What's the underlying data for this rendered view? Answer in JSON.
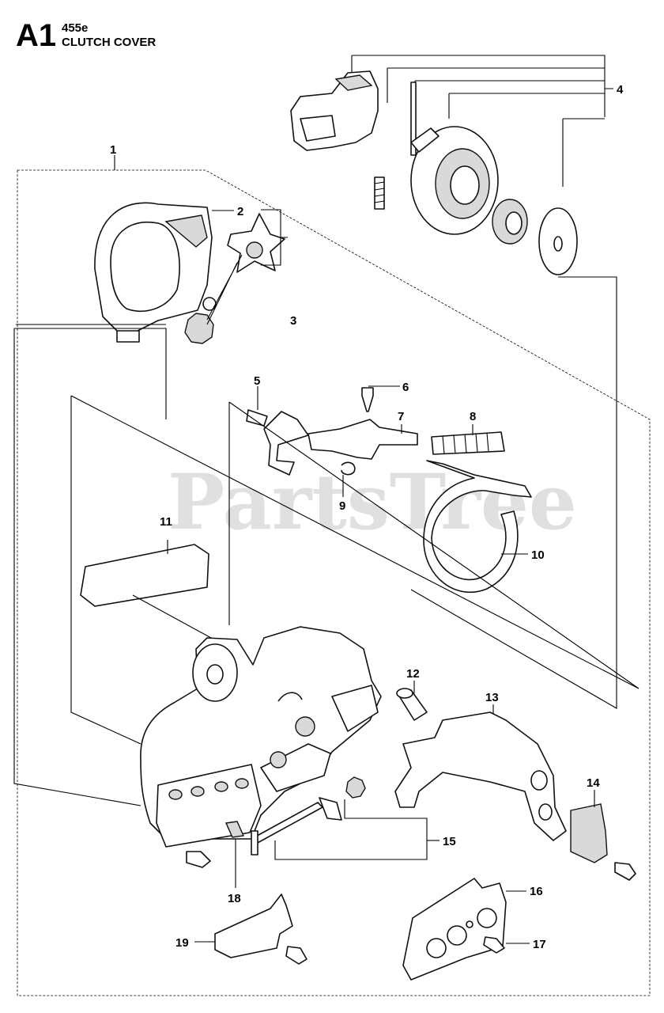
{
  "header": {
    "section_code": "A1",
    "model": "455e",
    "title": "CLUTCH COVER"
  },
  "watermark": "PartsTree",
  "callouts": [
    "1",
    "2",
    "3",
    "4",
    "5",
    "6",
    "7",
    "8",
    "9",
    "10",
    "11",
    "12",
    "13",
    "14",
    "15",
    "16",
    "17",
    "18",
    "19"
  ]
}
